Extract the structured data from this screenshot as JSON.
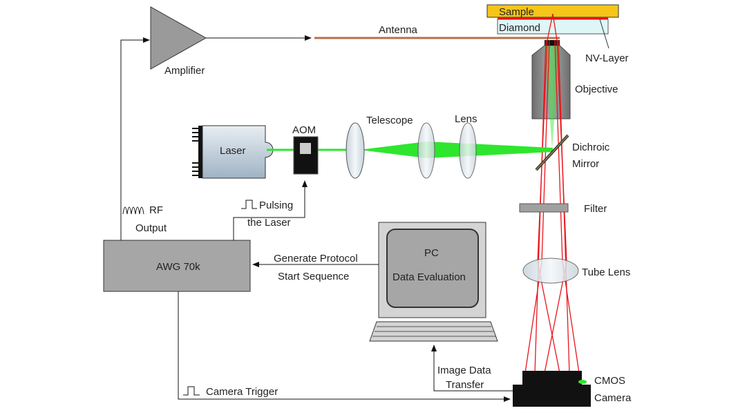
{
  "labels": {
    "sample": "Sample",
    "diamond": "Diamond",
    "nv_layer": "NV-Layer",
    "antenna": "Antenna",
    "amplifier": "Amplifier",
    "objective": "Objective",
    "laser": "Laser",
    "aom": "AOM",
    "telescope": "Telescope",
    "lens": "Lens",
    "dichroic_1": "Dichroic",
    "dichroic_2": "Mirror",
    "filter": "Filter",
    "tube_lens": "Tube Lens",
    "rf_1": "RF",
    "rf_2": "Output",
    "pulsing_1": "Pulsing",
    "pulsing_2": "the Laser",
    "awg": "AWG 70k",
    "generate_1": "Generate Protocol",
    "generate_2": "Start Sequence",
    "pc_1": "PC",
    "pc_2": "Data Evaluation",
    "image_1": "Image Data",
    "image_2": "Transfer",
    "camera_trigger": "Camera Trigger",
    "cmos_1": "CMOS",
    "cmos_2": "Camera"
  },
  "colors": {
    "sample": "#f5c518",
    "nv_layer": "#e8141b",
    "diamond": "#dff6f6",
    "antenna": "#b5704a",
    "laser_beam": "#2ee62e",
    "fluorescence": "#e8141b",
    "instrument_gray": "#a6a6a6"
  }
}
